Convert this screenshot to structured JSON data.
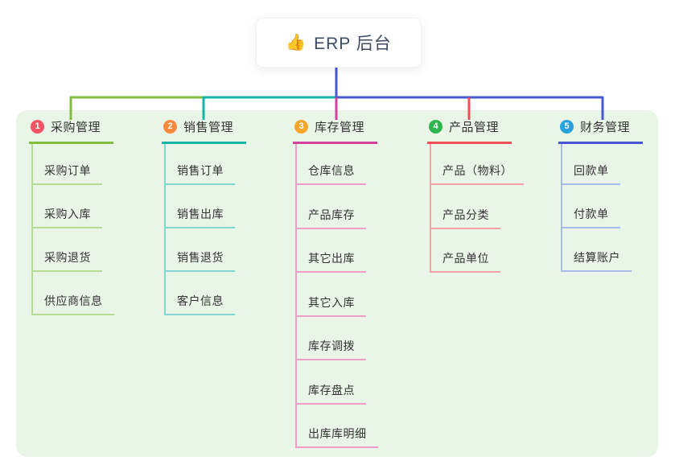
{
  "root": {
    "label": "ERP 后台",
    "icon_glyph": "👍"
  },
  "branches": [
    {
      "index": "1",
      "label": "采购管理",
      "badge_color": "#f25465",
      "line_color": "#82bd3f",
      "child_line_color": "#b7db92",
      "children": [
        "采购订单",
        "采购入库",
        "采购退货",
        "供应商信息"
      ]
    },
    {
      "index": "2",
      "label": "销售管理",
      "badge_color": "#f6893c",
      "line_color": "#16b3a8",
      "child_line_color": "#82d8cf",
      "children": [
        "销售订单",
        "销售出库",
        "销售退货",
        "客户信息"
      ]
    },
    {
      "index": "3",
      "label": "库存管理",
      "badge_color": "#f6a62d",
      "line_color": "#d4419e",
      "child_line_color": "#f09cca",
      "children": [
        "仓库信息",
        "产品库存",
        "其它出库",
        "其它入库",
        "库存调拨",
        "库存盘点",
        "出库库明细"
      ]
    },
    {
      "index": "4",
      "label": "产品管理",
      "badge_color": "#2fb54e",
      "line_color": "#f15156",
      "child_line_color": "#f4a1a6",
      "children": [
        "产品（物料）",
        "产品分类",
        "产品单位"
      ]
    },
    {
      "index": "5",
      "label": "财务管理",
      "badge_color": "#27a2de",
      "line_color": "#4757d2",
      "child_line_color": "#a6bce6",
      "children": [
        "回款单",
        "付款单",
        "结算账户"
      ]
    }
  ]
}
